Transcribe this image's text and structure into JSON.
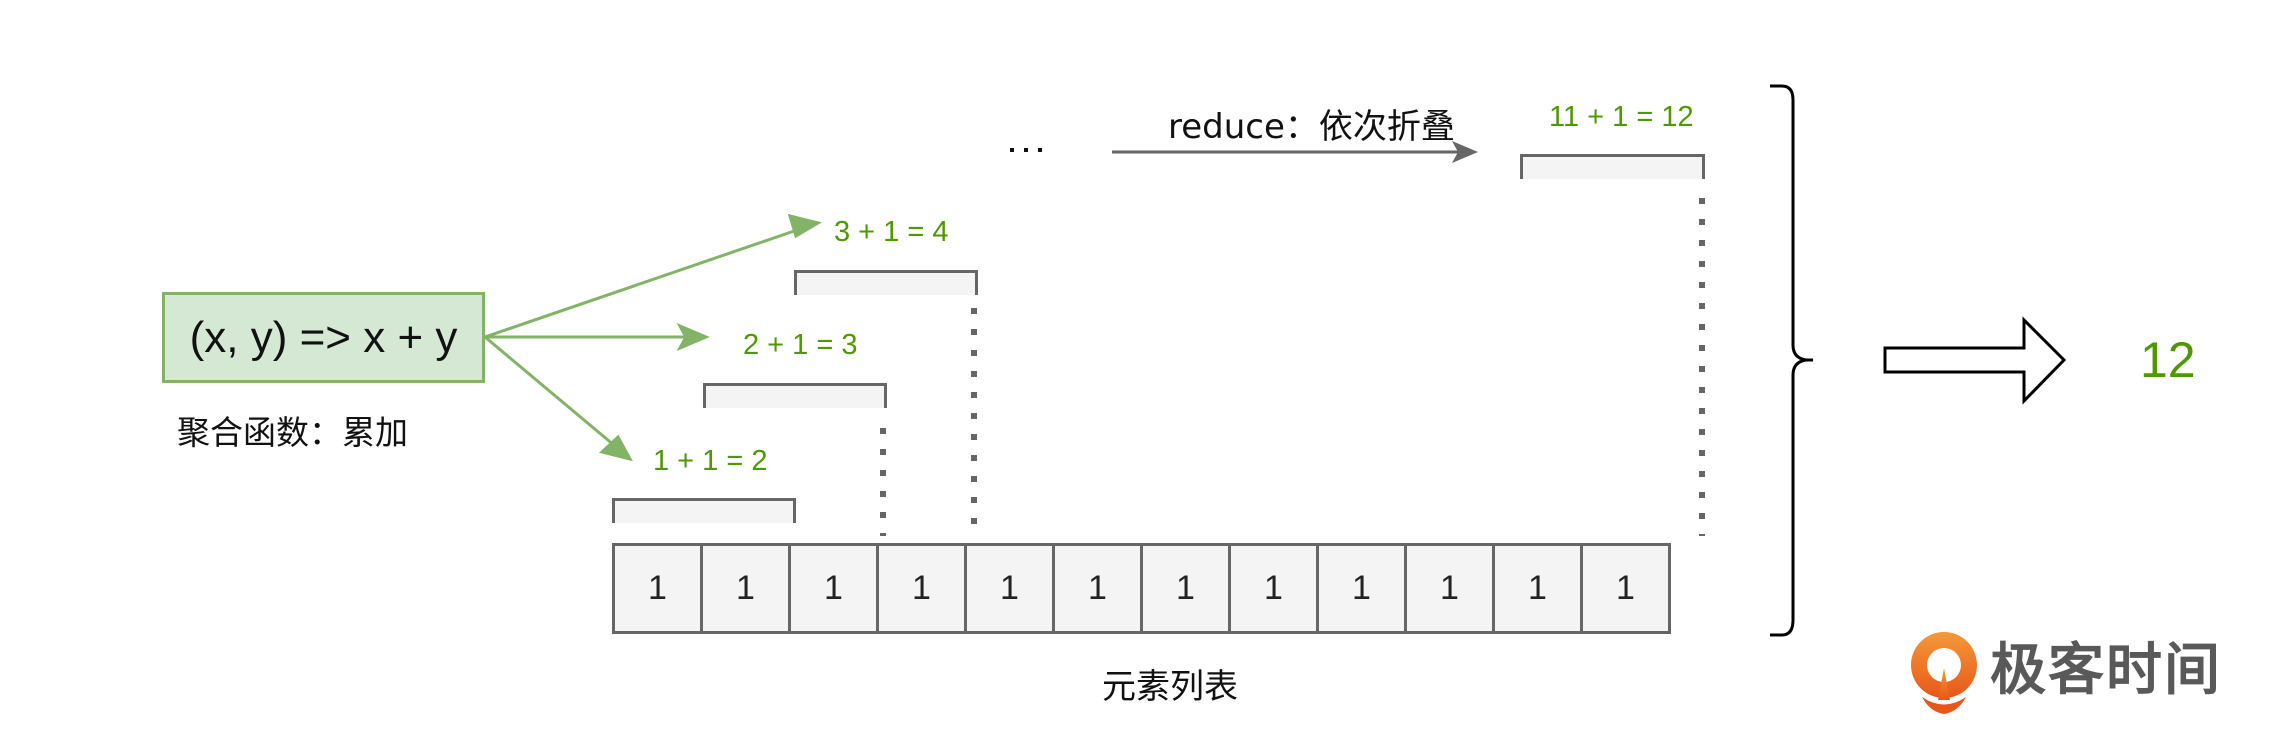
{
  "aggregate_function": {
    "formula": "(x, y) => x + y",
    "caption": "聚合函数：累加"
  },
  "reduce_label": "reduce：依次折叠",
  "ellipsis": "...",
  "steps": [
    {
      "label": "1 + 1 = 2"
    },
    {
      "label": "2 + 1 = 3"
    },
    {
      "label": "3 + 1 = 4"
    },
    {
      "label": "11 + 1 = 12"
    }
  ],
  "element_list": {
    "caption": "元素列表",
    "values": [
      "1",
      "1",
      "1",
      "1",
      "1",
      "1",
      "1",
      "1",
      "1",
      "1",
      "1",
      "1"
    ]
  },
  "result": "12",
  "logo": {
    "text": "极客时间",
    "icon": "geektime-logo-icon"
  },
  "colors": {
    "accent_green": "#4d9900",
    "arrow_green": "#82b366",
    "box_fill": "#d5e8d4",
    "cell_fill": "#f4f4f4",
    "cell_border": "#666666",
    "logo_orange": "#f08c2c",
    "logo_text": "#595959"
  }
}
